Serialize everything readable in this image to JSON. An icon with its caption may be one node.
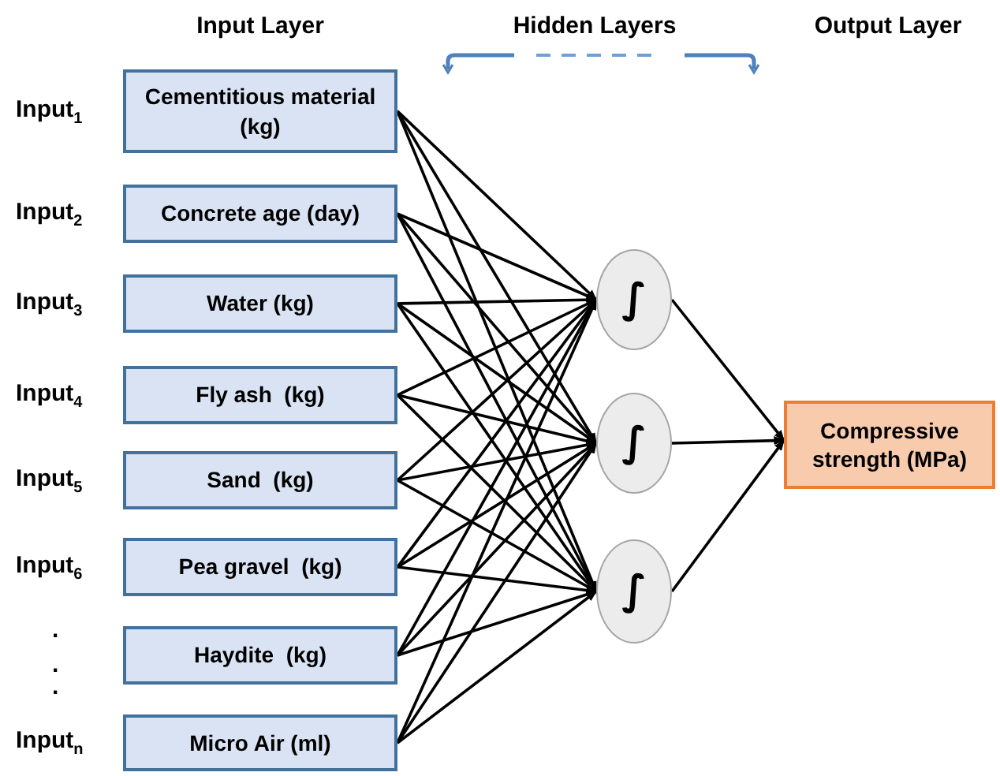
{
  "diagram": {
    "nodes": [
      {
        "text": [
          "Cementitious material (kg)"
        ],
        "beside": [
          "Input$_{1}$"
        ]
      },
      {
        "text": [
          "Concrete age (day)"
        ],
        "beside": [
          "Input$_{2}$"
        ]
      },
      {
        "text": [
          "Water (kg)"
        ],
        "beside": [
          "Input$_{3}$"
        ]
      },
      {
        "text": [
          "Fly ash  (kg)"
        ],
        "beside": [
          "Input$_{4}$"
        ]
      },
      {
        "text": [
          "Sand  (kg)"
        ],
        "beside": [
          "Input$_{5}$"
        ]
      },
      {
        "text": [
          "Pea gravel  (kg)"
        ],
        "beside": [
          "Input$_{6}$"
        ]
      },
      {
        "text": [
          "Haydite  (kg)"
        ]
      },
      {
        "text": [
          "Micro Air (ml)"
        ],
        "beside": [
          "Input$_{n}$"
        ]
      },
      {
        "text": [
          "∫"
        ]
      },
      {
        "text": [
          "∫"
        ]
      },
      {
        "text": [
          "∫"
        ]
      },
      {
        "text": [
          "Compressive strength (MPa)"
        ]
      }
    ],
    "edges": [
      {
        "from": 0,
        "to": 8,
        "arrow": "to"
      },
      {
        "from": 0,
        "to": 9,
        "arrow": "to"
      },
      {
        "from": 0,
        "to": 10,
        "arrow": "to"
      },
      {
        "from": 1,
        "to": 8,
        "arrow": "to"
      },
      {
        "from": 1,
        "to": 9,
        "arrow": "to"
      },
      {
        "from": 1,
        "to": 10,
        "arrow": "to"
      },
      {
        "from": 2,
        "to": 8,
        "arrow": "to"
      },
      {
        "from": 2,
        "to": 9,
        "arrow": "to"
      },
      {
        "from": 2,
        "to": 10,
        "arrow": "to"
      },
      {
        "from": 3,
        "to": 8,
        "arrow": "to"
      },
      {
        "from": 3,
        "to": 9,
        "arrow": "to"
      },
      {
        "from": 3,
        "to": 10,
        "arrow": "to"
      },
      {
        "from": 4,
        "to": 8,
        "arrow": "to"
      },
      {
        "from": 4,
        "to": 9,
        "arrow": "to"
      },
      {
        "from": 4,
        "to": 10,
        "arrow": "to"
      },
      {
        "from": 5,
        "to": 8,
        "arrow": "to"
      },
      {
        "from": 5,
        "to": 9,
        "arrow": "to"
      },
      {
        "from": 5,
        "to": 10,
        "arrow": "to"
      },
      {
        "from": 6,
        "to": 8,
        "arrow": "to"
      },
      {
        "from": 6,
        "to": 9,
        "arrow": "to"
      },
      {
        "from": 6,
        "to": 10,
        "arrow": "to"
      },
      {
        "from": 7,
        "to": 8,
        "arrow": "to"
      },
      {
        "from": 7,
        "to": 9,
        "arrow": "to"
      },
      {
        "from": 7,
        "to": 10,
        "arrow": "to"
      },
      {
        "from": 8,
        "to": 11,
        "arrow": "to"
      },
      {
        "from": 9,
        "to": 11,
        "arrow": "to"
      },
      {
        "from": 10,
        "to": 11,
        "arrow": "to"
      }
    ],
    "labels": [
      "Input Layer",
      "Hidden Layers",
      "Output Layer",
      ".",
      ".",
      "."
    ]
  }
}
